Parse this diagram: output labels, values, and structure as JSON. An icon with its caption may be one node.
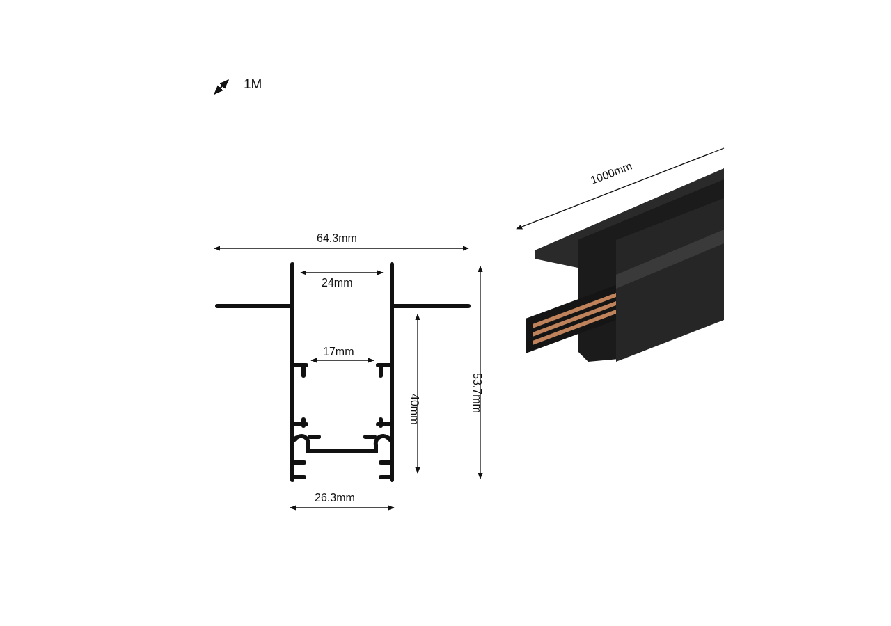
{
  "diagram": {
    "labels": [
      "1M",
      "1000mm",
      "64.3mm",
      "24mm",
      "17mm",
      "40mm",
      "53.7mm",
      "26.3mm"
    ]
  }
}
